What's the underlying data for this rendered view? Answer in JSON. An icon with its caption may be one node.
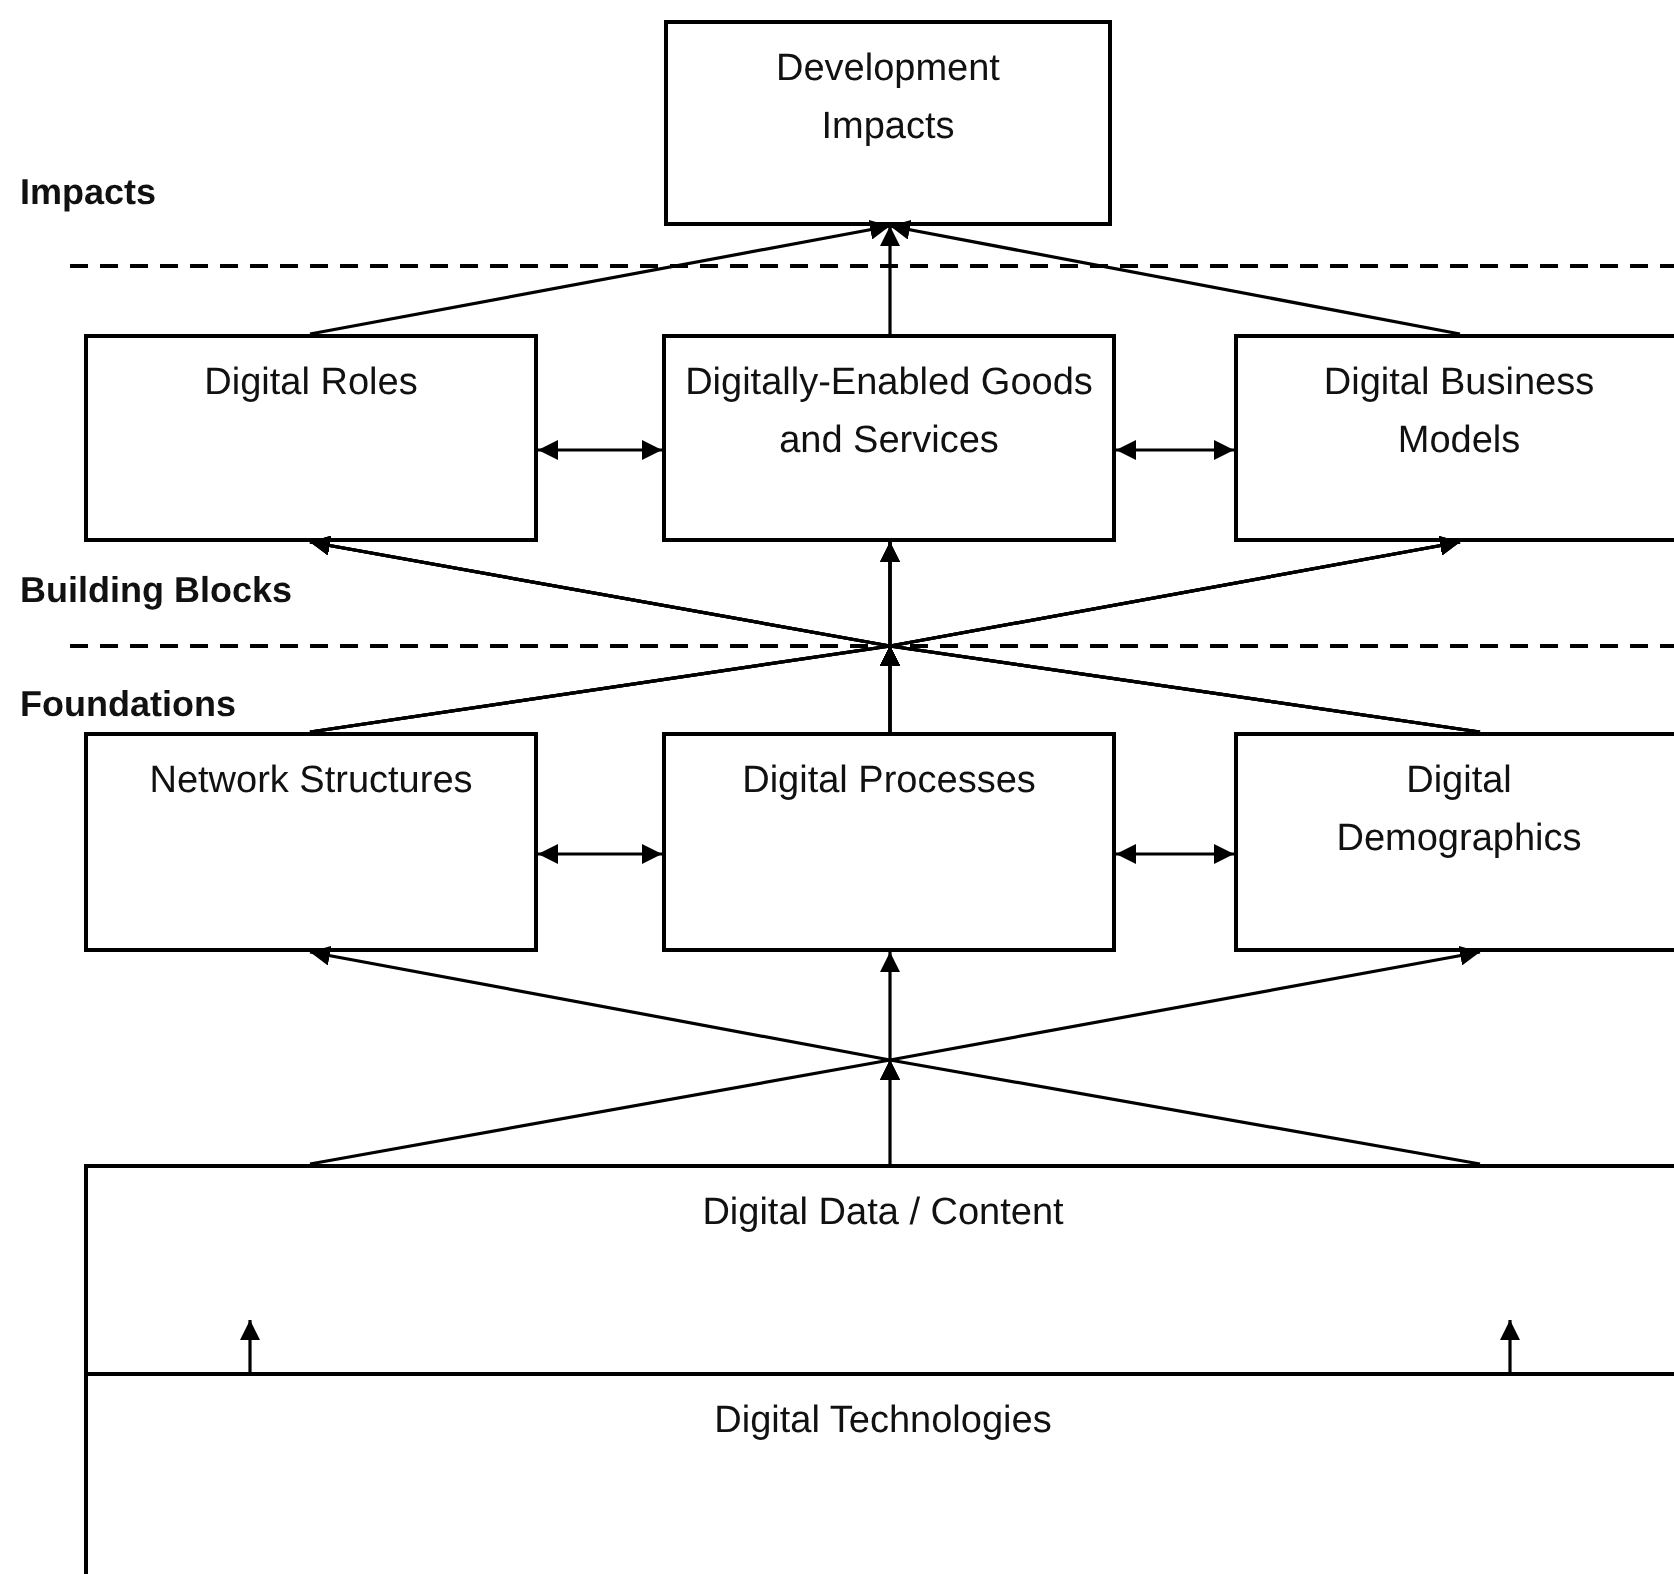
{
  "diagram": {
    "nodes": [
      {
        "text": [
          "Development Impacts"
        ]
      },
      {
        "text": [
          "Digital Roles"
        ]
      },
      {
        "text": [
          "Digitally-Enabled Goods and Services"
        ]
      },
      {
        "text": [
          "Digital Business Models"
        ]
      },
      {
        "text": [
          "Network Structures"
        ]
      },
      {
        "text": [
          "Digital Processes"
        ]
      },
      {
        "text": [
          "Digital Demographics"
        ]
      },
      {
        "text": [
          "Digital Data / Content"
        ]
      },
      {
        "text": [
          "Digital Technologies"
        ]
      }
    ],
    "edges": [
      {
        "from": 1,
        "to": 0,
        "arrow": "to"
      },
      {
        "from": 2,
        "to": 0,
        "arrow": "to"
      },
      {
        "from": 3,
        "to": 0,
        "arrow": "to"
      },
      {
        "from": 1,
        "to": 2,
        "arrow": "both"
      },
      {
        "from": 2,
        "to": 3,
        "arrow": "both"
      },
      {
        "from": 4,
        "to": 1,
        "arrow": "to"
      },
      {
        "from": 4,
        "to": 2,
        "arrow": "to"
      },
      {
        "from": 4,
        "to": 3,
        "arrow": "to"
      },
      {
        "from": 5,
        "to": 1,
        "arrow": "to"
      },
      {
        "from": 5,
        "to": 2,
        "arrow": "to"
      },
      {
        "from": 5,
        "to": 3,
        "arrow": "to"
      },
      {
        "from": 6,
        "to": 1,
        "arrow": "to"
      },
      {
        "from": 6,
        "to": 2,
        "arrow": "to"
      },
      {
        "from": 6,
        "to": 3,
        "arrow": "to"
      },
      {
        "from": 4,
        "to": 5,
        "arrow": "both"
      },
      {
        "from": 5,
        "to": 6,
        "arrow": "both"
      },
      {
        "from": 7,
        "to": 4,
        "arrow": "to"
      },
      {
        "from": 7,
        "to": 5,
        "arrow": "to"
      },
      {
        "from": 7,
        "to": 6,
        "arrow": "to"
      },
      {
        "from": 8,
        "to": 7,
        "arrow": "to"
      },
      {
        "from": 8,
        "to": 7,
        "arrow": "to"
      }
    ],
    "labels": [
      "Impacts",
      "Building Blocks",
      "Foundations"
    ]
  }
}
